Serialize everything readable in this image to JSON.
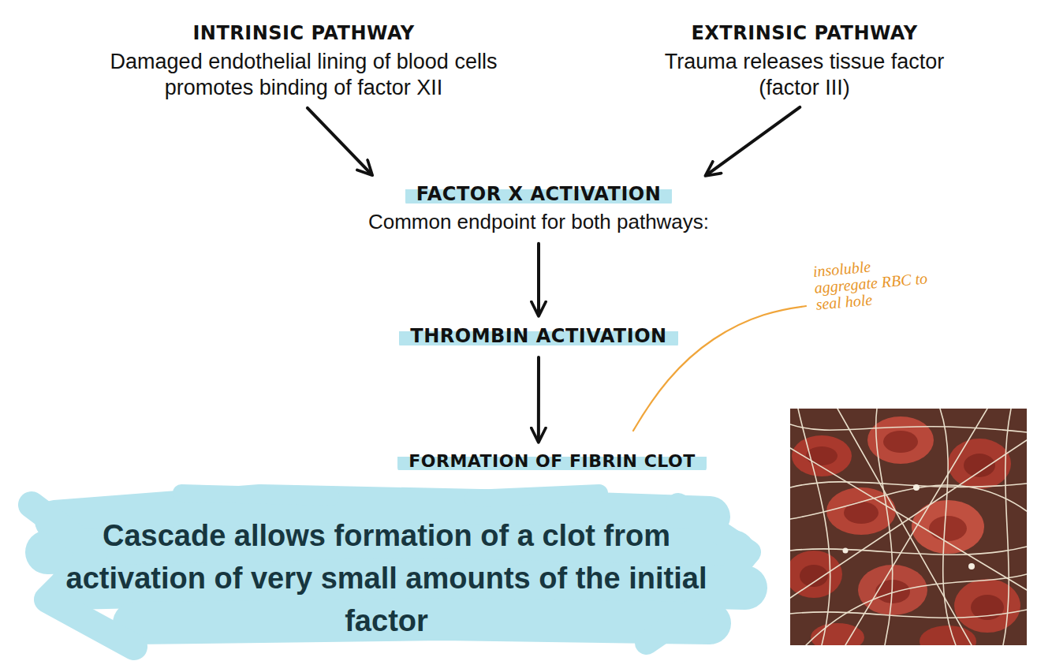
{
  "diagram": {
    "nodes": [
      {
        "text": [
          "INTRINSIC PATHWAY",
          "Damaged endothelial lining of blood cells promotes binding of factor XII"
        ]
      },
      {
        "text": [
          "EXTRINSIC PATHWAY",
          "Trauma releases tissue factor (factor III)"
        ]
      },
      {
        "text": [
          "FACTOR X ACTIVATION",
          "Common endpoint for both pathways:"
        ]
      },
      {
        "text": [
          "THROMBIN ACTIVATION"
        ]
      },
      {
        "text": [
          "FORMATION OF FIBRIN CLOT"
        ]
      }
    ],
    "edges": [
      {
        "from": 0,
        "to": 2,
        "arrow": "to"
      },
      {
        "from": 1,
        "to": 2,
        "arrow": "to"
      },
      {
        "from": 2,
        "to": 3,
        "arrow": "to"
      },
      {
        "from": 3,
        "to": 4,
        "arrow": "to"
      }
    ],
    "labels": [
      "insoluble aggregate RBC to seal hole",
      "Cascade allows formation of a clot from activation of very small amounts of the initial factor"
    ]
  }
}
